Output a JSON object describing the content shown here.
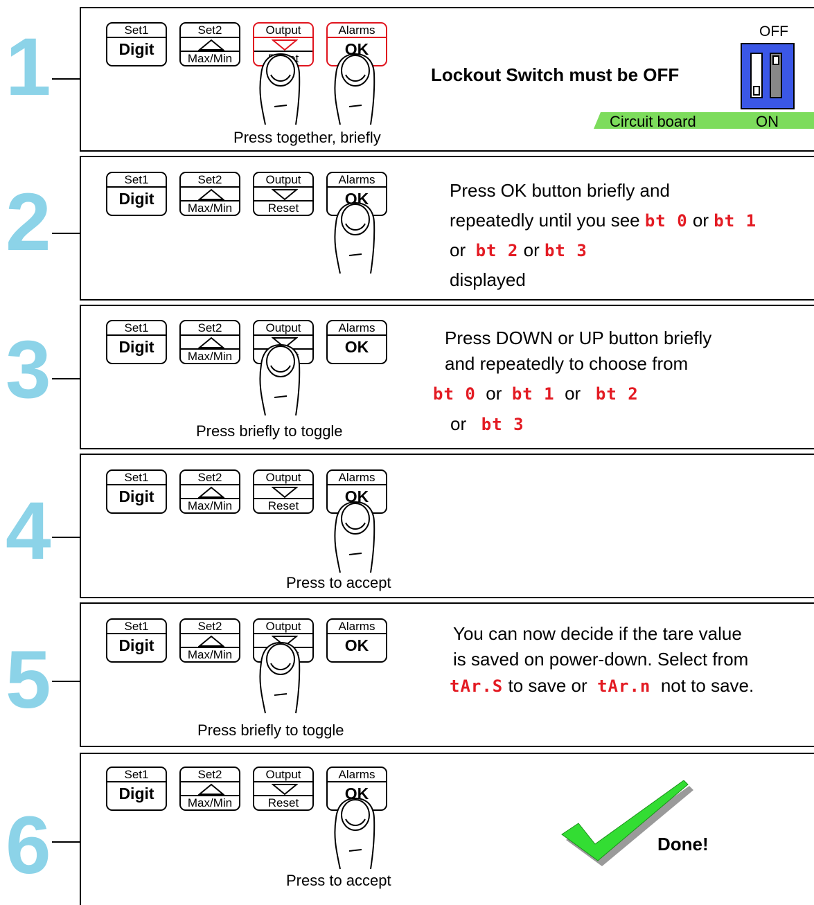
{
  "buttons": {
    "set1": {
      "top": "Set1",
      "main": "Digit"
    },
    "set2": {
      "top": "Set2",
      "bottom": "Max/Min"
    },
    "output": {
      "top": "Output",
      "bottom": "Reset"
    },
    "alarms": {
      "top": "Alarms",
      "main": "OK"
    }
  },
  "steps": [
    {
      "number": "1",
      "caption": "Press together, briefly",
      "instruction": "Lockout Switch must be OFF",
      "switch_off": "OFF",
      "switch_on": "ON",
      "board_label": "Circuit board"
    },
    {
      "number": "2",
      "line1": "Press OK button briefly and",
      "line2": "repeatedly until you see",
      "line3_or": "or",
      "line4": "displayed",
      "code_a": "bt 0",
      "or_a": "or",
      "code_b": "bt 1",
      "code_c": "bt 2",
      "or_b": "or",
      "code_d": "bt 3"
    },
    {
      "number": "3",
      "caption": "Press briefly to toggle",
      "line1": "Press DOWN or UP  button briefly",
      "line2": "and repeatedly to choose from",
      "code_a": "bt 0",
      "or_a": "or",
      "code_b": "bt 1",
      "or_b": "or",
      "code_c": "bt 2",
      "or_c": "or",
      "code_d": "bt 3"
    },
    {
      "number": "4",
      "caption": "Press to accept"
    },
    {
      "number": "5",
      "caption": "Press briefly to toggle",
      "line1": "You can now decide if the tare value",
      "line2": "is saved on power-down. Select from",
      "code_save": "tAr.S",
      "save_text": "to save or",
      "code_nosave": "tAr.n",
      "nosave_text": "not to save."
    },
    {
      "number": "6",
      "caption": "Press to accept",
      "done": "Done!"
    }
  ],
  "colors": {
    "step_number": "#8cd3e8",
    "highlight": "#e0141e",
    "switch_body": "#3b57e6",
    "circuit_board": "#7ddc5c",
    "check": "#33dd33"
  },
  "icons": [
    "finger-press-icon",
    "up-arrow-icon",
    "down-arrow-icon",
    "checkmark-icon",
    "dip-switch-icon"
  ]
}
